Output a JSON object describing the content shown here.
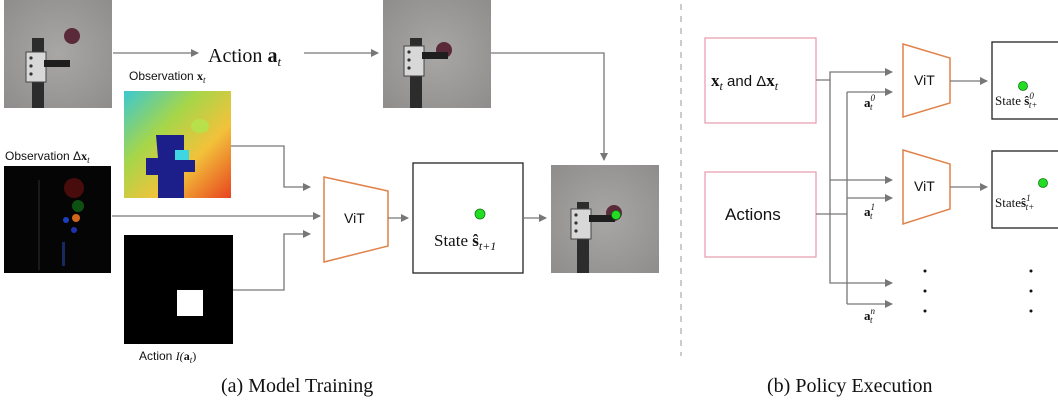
{
  "panel_a": {
    "caption": "(a) Model Training",
    "action_label": "Action ",
    "action_var": "a",
    "action_sub": "t",
    "obs_x_label": "Observation ",
    "obs_x_var": "x",
    "obs_x_sub": "t",
    "obs_dx_label": "Observation Δ",
    "obs_dx_var": "x",
    "obs_dx_sub": "t",
    "action_mask_label": "Action ",
    "action_mask_func": "I(",
    "action_mask_var": "a",
    "action_mask_sub": "t",
    "action_mask_close": ")",
    "vit_label": "ViT",
    "state_label": "State ",
    "state_var": "ŝ",
    "state_sub": "t+1"
  },
  "panel_b": {
    "caption": "(b) Policy Execution",
    "input_var_x": "x",
    "input_sub_t": "t",
    "input_and": " and Δ",
    "input_var_dx": "x",
    "input_sub_t2": "t",
    "actions_label": "Actions",
    "vit_label_1": "ViT",
    "vit_label_2": "ViT",
    "a0_var": "a",
    "a0_sup": "0",
    "a0_sub": "t",
    "a1_var": "a",
    "a1_sup": "1",
    "a1_sub": "t",
    "an_var": "a",
    "an_sup": "n",
    "an_sub": "t",
    "state0_label": "State ",
    "state0_var": "ŝ",
    "state0_sup": "0",
    "state0_sub": "t+",
    "state1_label": "State",
    "state1_var": "ŝ",
    "state1_sup": "1",
    "state1_sub": "t+"
  },
  "colors": {
    "vit_border": "#e0824a",
    "pink_border": "#e8a0b4",
    "arrow": "#777777",
    "green_dot": "#22dd22",
    "divider": "#aaaaaa"
  }
}
